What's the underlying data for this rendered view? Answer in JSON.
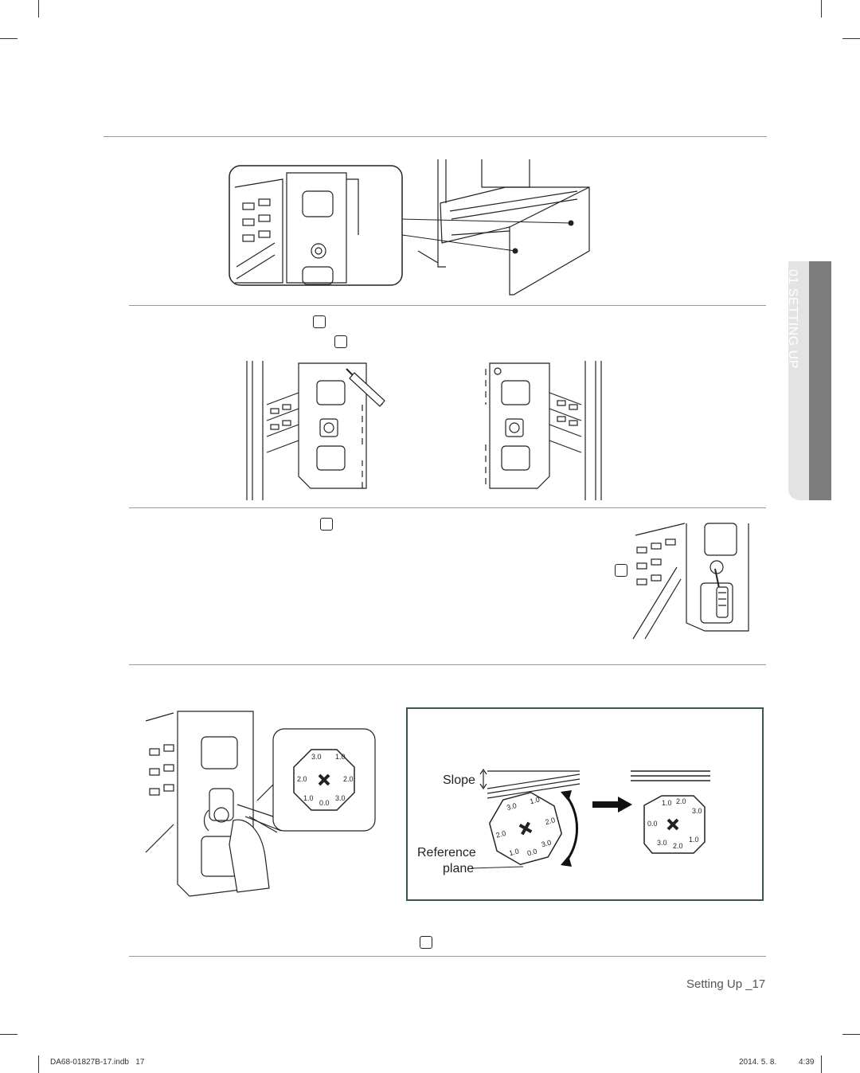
{
  "side_tab": {
    "label": "01 SETTING UP"
  },
  "figure_slope": {
    "slope_label": "Slope",
    "reference_label_line1": "Reference",
    "reference_label_line2": "plane",
    "dial_marks_left": [
      "3.0",
      "1.0",
      "2.0",
      "2.0",
      "1.0",
      "0.0",
      "3.0"
    ],
    "dial_marks_right": [
      "1.0",
      "2.0",
      "3.0",
      "0.0",
      "3.0",
      "2.0",
      "1.0"
    ]
  },
  "dial_zoom_marks": [
    "3.0",
    "1.0",
    "2.0",
    "2.0",
    "1.0",
    "0.0",
    "3.0"
  ],
  "page_footer": {
    "label": "Setting Up _17"
  },
  "print_info": {
    "file": "DA68-01827B-17.indb   17",
    "date": "2014. 5. 8.",
    "time": "4:39"
  }
}
